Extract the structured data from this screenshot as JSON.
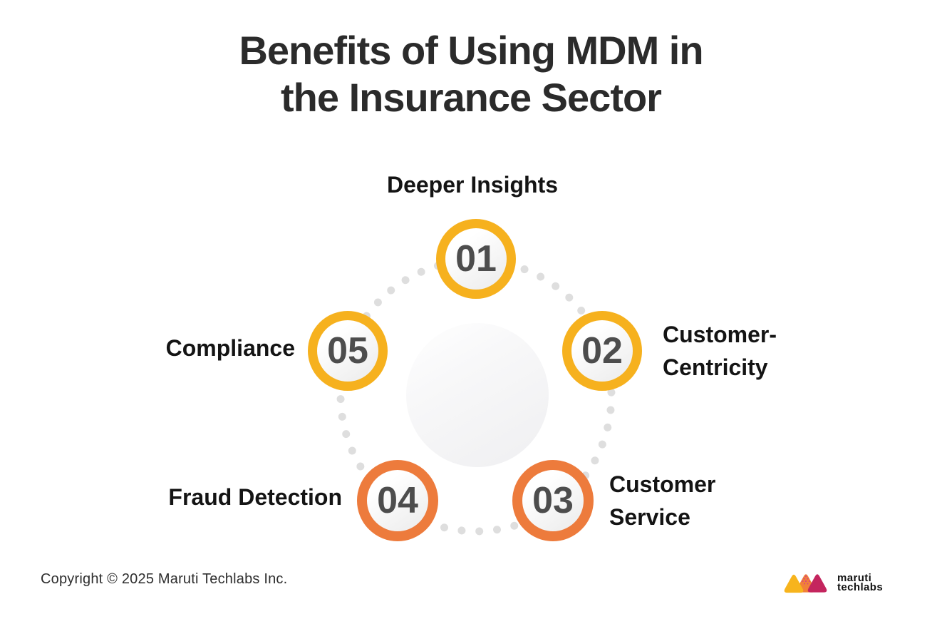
{
  "title": {
    "line1": "Benefits of Using MDM in",
    "line2": "the Insurance Sector"
  },
  "nodes": [
    {
      "number": "01",
      "label": "Deeper Insights",
      "ring": "yellow",
      "ring_color": "#F6B11E",
      "position": "top"
    },
    {
      "number": "02",
      "label": "Customer-Centricity",
      "ring": "yellow",
      "ring_color": "#F6B11E",
      "position": "upper-right"
    },
    {
      "number": "03",
      "label": "Customer Service",
      "ring": "orange",
      "ring_color": "#ED7B3C",
      "position": "lower-right"
    },
    {
      "number": "04",
      "label": "Fraud Detection",
      "ring": "orange",
      "ring_color": "#ED7B3C",
      "position": "lower-left"
    },
    {
      "number": "05",
      "label": "Compliance",
      "ring": "yellow",
      "ring_color": "#F6B11E",
      "position": "upper-left"
    }
  ],
  "footer": {
    "copyright": "Copyright © 2025 Maruti Techlabs Inc."
  },
  "logo": {
    "line1": "maruti",
    "line2": "techlabs",
    "mark_colors": {
      "yellow": "#F7B41D",
      "orange": "#F18138",
      "magenta": "#C4255E",
      "dots": "#D9487B"
    }
  },
  "colors": {
    "background": "#FFFFFF",
    "title_text": "#2B2B2B",
    "label_text": "#141414",
    "number_text": "#4D4D4D",
    "ring_yellow": "#F6B11E",
    "ring_orange": "#ED7B3C",
    "dotted_circle": "#DEDEDE",
    "center_blob": "#F0F0F1"
  }
}
